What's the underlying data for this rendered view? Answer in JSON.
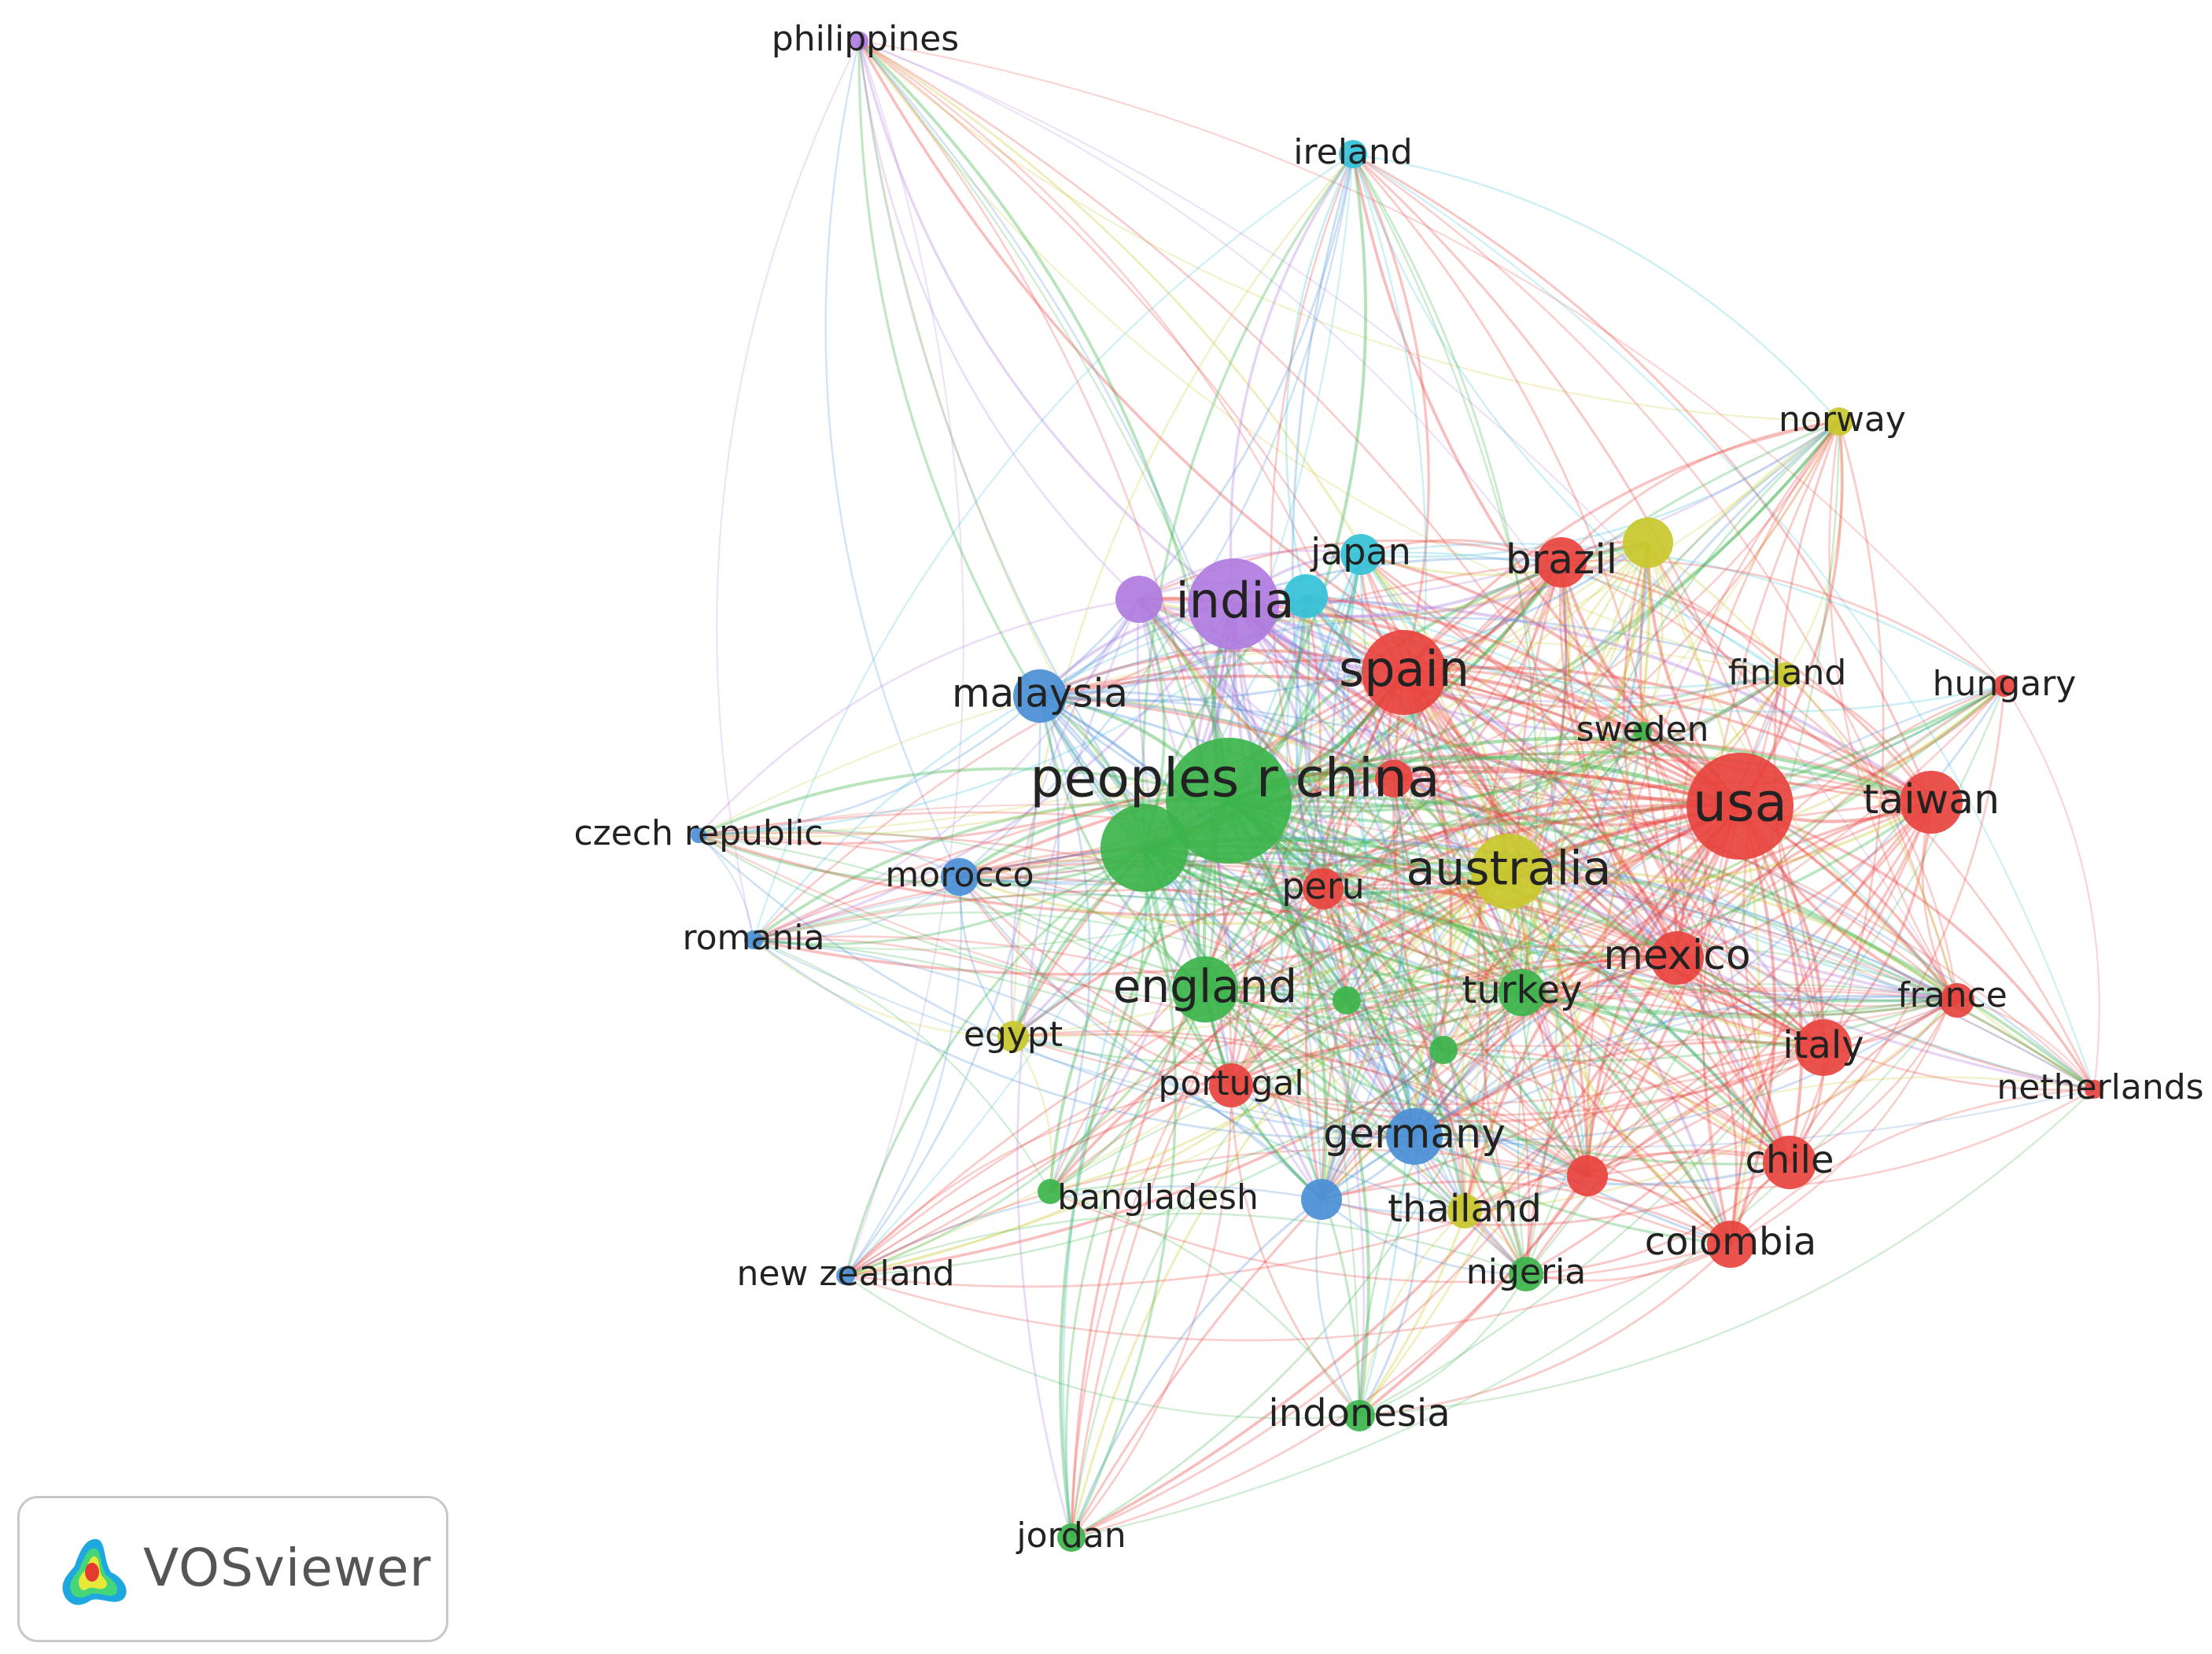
{
  "app": {
    "name": "VOSviewer"
  },
  "network": {
    "cluster_colors": {
      "red": "#e8433e",
      "green": "#3cb44b",
      "blue": "#4a8fd6",
      "yellow": "#c9c82d",
      "purple": "#b07ce0",
      "cyan": "#35c2d8"
    },
    "nodes": [
      {
        "label": "philippines",
        "cluster": "purple",
        "size": 1
      },
      {
        "label": "ireland",
        "cluster": "cyan",
        "size": 1
      },
      {
        "label": "norway",
        "cluster": "yellow",
        "size": 1
      },
      {
        "label": "japan",
        "cluster": "cyan",
        "size": 2
      },
      {
        "label": "brazil",
        "cluster": "red",
        "size": 2
      },
      {
        "label": "india",
        "cluster": "purple",
        "size": 4
      },
      {
        "label": "spain",
        "cluster": "red",
        "size": 4
      },
      {
        "label": "finland",
        "cluster": "yellow",
        "size": 1
      },
      {
        "label": "hungary",
        "cluster": "red",
        "size": 1
      },
      {
        "label": "malaysia",
        "cluster": "blue",
        "size": 2
      },
      {
        "label": "sweden",
        "cluster": "green",
        "size": 1
      },
      {
        "label": "peoples r china",
        "cluster": "green",
        "size": 6
      },
      {
        "label": "usa",
        "cluster": "red",
        "size": 5
      },
      {
        "label": "taiwan",
        "cluster": "red",
        "size": 2
      },
      {
        "label": "czech republic",
        "cluster": "blue",
        "size": 1
      },
      {
        "label": "morocco",
        "cluster": "blue",
        "size": 1
      },
      {
        "label": "australia",
        "cluster": "yellow",
        "size": 3
      },
      {
        "label": "peru",
        "cluster": "red",
        "size": 1
      },
      {
        "label": "romania",
        "cluster": "blue",
        "size": 1
      },
      {
        "label": "france",
        "cluster": "red",
        "size": 1
      },
      {
        "label": "mexico",
        "cluster": "red",
        "size": 2
      },
      {
        "label": "england",
        "cluster": "green",
        "size": 3
      },
      {
        "label": "turkey",
        "cluster": "green",
        "size": 2
      },
      {
        "label": "egypt",
        "cluster": "yellow",
        "size": 1
      },
      {
        "label": "italy",
        "cluster": "red",
        "size": 2
      },
      {
        "label": "netherlands",
        "cluster": "red",
        "size": 1
      },
      {
        "label": "portugal",
        "cluster": "red",
        "size": 1
      },
      {
        "label": "germany",
        "cluster": "blue",
        "size": 2
      },
      {
        "label": "chile",
        "cluster": "red",
        "size": 2
      },
      {
        "label": "bangladesh",
        "cluster": "green",
        "size": 1
      },
      {
        "label": "thailand",
        "cluster": "yellow",
        "size": 1
      },
      {
        "label": "colombia",
        "cluster": "red",
        "size": 2
      },
      {
        "label": "new zealand",
        "cluster": "blue",
        "size": 1
      },
      {
        "label": "nigeria",
        "cluster": "green",
        "size": 1
      },
      {
        "label": "indonesia",
        "cluster": "green",
        "size": 1
      },
      {
        "label": "jordan",
        "cluster": "green",
        "size": 1
      },
      {
        "label": "",
        "cluster": "yellow",
        "size": 2
      },
      {
        "label": "",
        "cluster": "purple",
        "size": 2
      },
      {
        "label": "",
        "cluster": "cyan",
        "size": 2
      },
      {
        "label": "",
        "cluster": "green",
        "size": 4
      },
      {
        "label": "",
        "cluster": "red",
        "size": 2
      },
      {
        "label": "",
        "cluster": "green",
        "size": 1
      },
      {
        "label": "",
        "cluster": "green",
        "size": 1
      },
      {
        "label": "",
        "cluster": "blue",
        "size": 1
      },
      {
        "label": "",
        "cluster": "red",
        "size": 1
      },
      {
        "label": "",
        "cluster": "red",
        "size": 1
      }
    ]
  }
}
